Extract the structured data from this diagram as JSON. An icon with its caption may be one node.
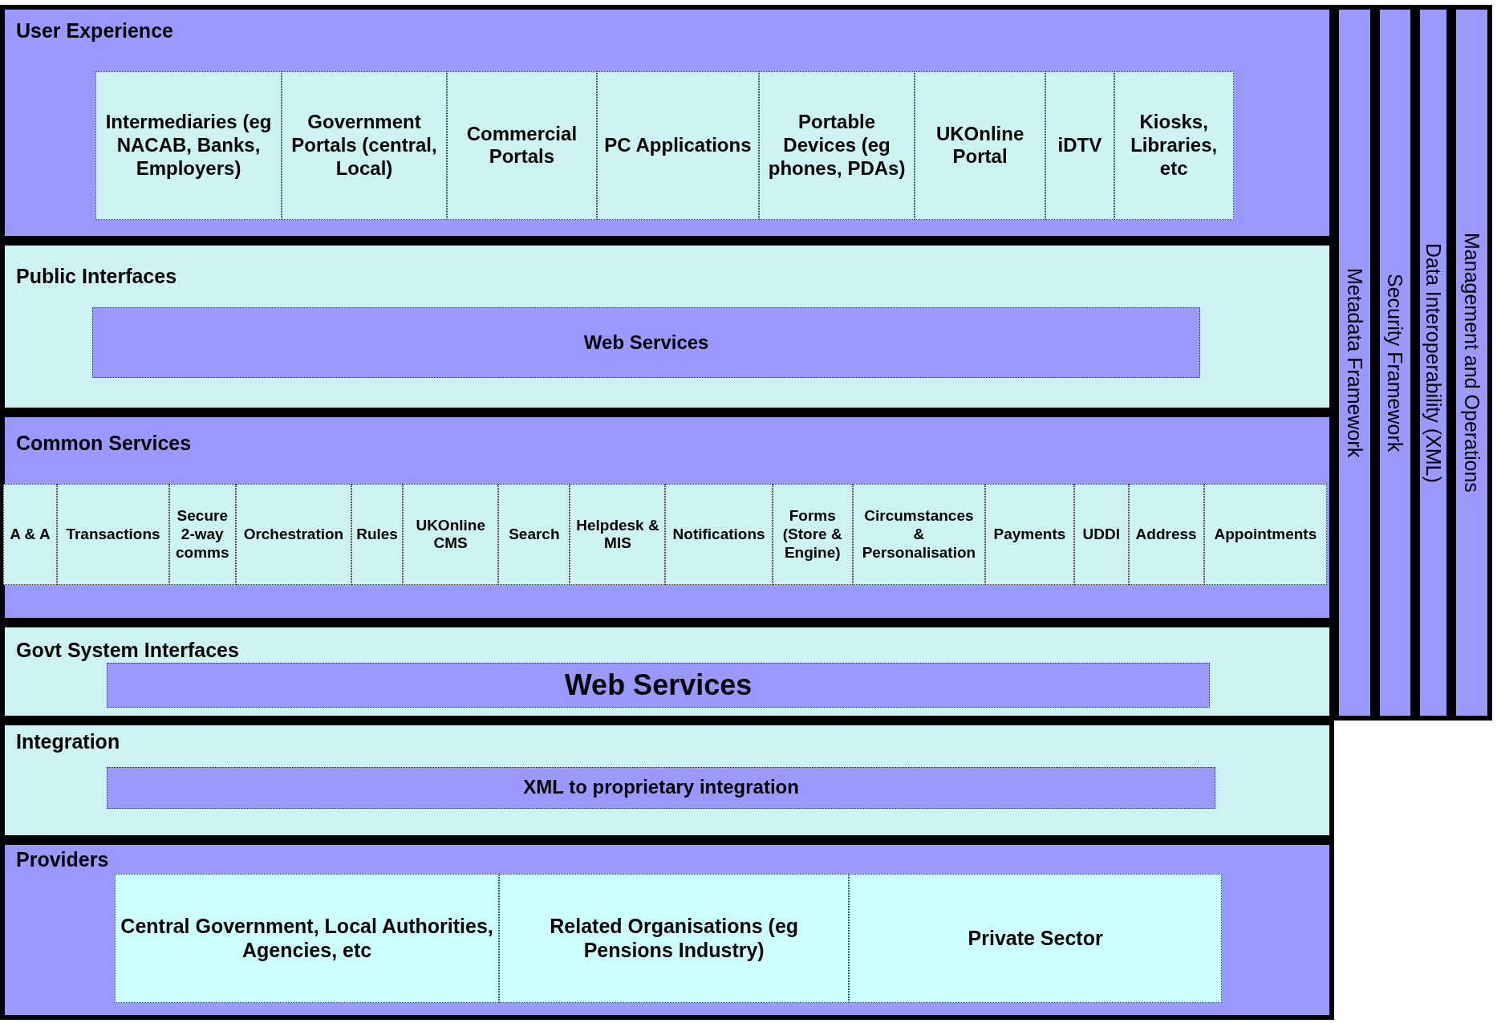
{
  "diagram": {
    "nodes": [
      {
        "text": [
          "User Experience"
        ]
      },
      {
        "text": [
          "Intermediaries (eg  NACAB, Banks, Employers)"
        ],
        "in": 0
      },
      {
        "text": [
          "Government Portals (central, Local)"
        ],
        "in": 0
      },
      {
        "text": [
          "Commercial Portals"
        ],
        "in": 0
      },
      {
        "text": [
          "PC Applications"
        ],
        "in": 0
      },
      {
        "text": [
          "Portable Devices (eg phones, PDAs)"
        ],
        "in": 0
      },
      {
        "text": [
          "UKOnline Portal"
        ],
        "in": 0
      },
      {
        "text": [
          "iDTV"
        ],
        "in": 0
      },
      {
        "text": [
          "Kiosks, Libraries, etc"
        ],
        "in": 0
      },
      {
        "text": [
          "Public Interfaces"
        ]
      },
      {
        "text": [
          "Web Services"
        ],
        "in": 9
      },
      {
        "text": [
          "Common Services"
        ]
      },
      {
        "text": [
          "A & A"
        ],
        "in": 11
      },
      {
        "text": [
          "Transactions"
        ],
        "in": 11
      },
      {
        "text": [
          "Secure 2-way comms"
        ],
        "in": 11
      },
      {
        "text": [
          "Orchestration"
        ],
        "in": 11
      },
      {
        "text": [
          "Rules"
        ],
        "in": 11
      },
      {
        "text": [
          "UKOnline CMS"
        ],
        "in": 11
      },
      {
        "text": [
          "Search"
        ],
        "in": 11
      },
      {
        "text": [
          "Helpdesk & MIS"
        ],
        "in": 11
      },
      {
        "text": [
          "Notifications"
        ],
        "in": 11
      },
      {
        "text": [
          "Forms (Store & Engine)"
        ],
        "in": 11
      },
      {
        "text": [
          "Circumstances & Personalisation"
        ],
        "in": 11
      },
      {
        "text": [
          "Payments"
        ],
        "in": 11
      },
      {
        "text": [
          "UDDI"
        ],
        "in": 11
      },
      {
        "text": [
          "Address"
        ],
        "in": 11
      },
      {
        "text": [
          "Appointments"
        ],
        "in": 11
      },
      {
        "text": [
          "Govt System Interfaces"
        ]
      },
      {
        "text": [
          "Web Services"
        ],
        "in": 27
      },
      {
        "text": [
          "Integration"
        ]
      },
      {
        "text": [
          "XML to proprietary integration"
        ],
        "in": 29
      },
      {
        "text": [
          "Providers"
        ]
      },
      {
        "text": [
          "Central Government, Local Authorities, Agencies, etc"
        ],
        "in": 31
      },
      {
        "text": [
          "Related Organisations (eg Pensions Industry)"
        ],
        "in": 31
      },
      {
        "text": [
          "Private Sector"
        ],
        "in": 31
      },
      {
        "text": [
          "Metadata Framework"
        ]
      },
      {
        "text": [
          "Security Framework"
        ]
      },
      {
        "text": [
          "Data Interoperability (XML)"
        ]
      },
      {
        "text": [
          "Management and Operations"
        ]
      }
    ],
    "edges": []
  }
}
